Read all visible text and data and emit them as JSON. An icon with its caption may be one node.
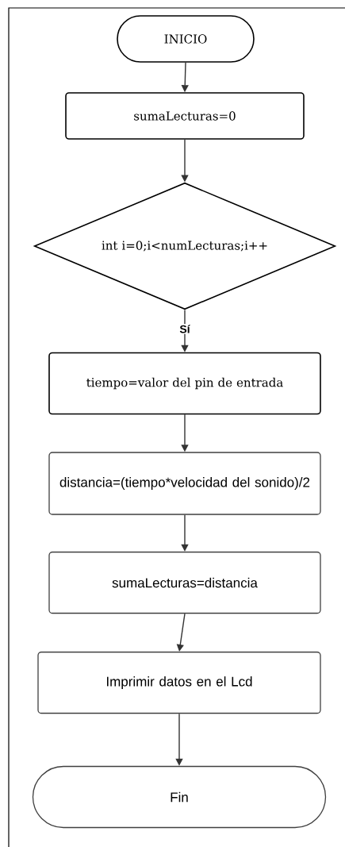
{
  "diagram": {
    "nodes": [
      {
        "text": [
          "INICIO"
        ]
      },
      {
        "text": [
          "sumaLecturas=0"
        ]
      },
      {
        "text": [
          "int i=0;i<numLecturas;i++"
        ]
      },
      {
        "text": [
          "tiempo=valor del pin de entrada"
        ]
      },
      {
        "text": [
          "distancia=(tiempo*velocidad del sonido)/2"
        ]
      },
      {
        "text": [
          "sumaLecturas=distancia"
        ]
      },
      {
        "text": [
          "Imprimir datos en el Lcd"
        ]
      },
      {
        "text": [
          "Fin"
        ]
      }
    ],
    "edges": [
      {
        "from": 0,
        "to": 1,
        "arrow": "to"
      },
      {
        "from": 1,
        "to": 2,
        "arrow": "to"
      },
      {
        "from": 2,
        "to": 3,
        "arrow": "to",
        "label": "Sí"
      },
      {
        "from": 3,
        "to": 4,
        "arrow": "to"
      },
      {
        "from": 4,
        "to": 5,
        "arrow": "to"
      },
      {
        "from": 5,
        "to": 6,
        "arrow": "to"
      },
      {
        "from": 6,
        "to": 7,
        "arrow": "to"
      }
    ]
  }
}
